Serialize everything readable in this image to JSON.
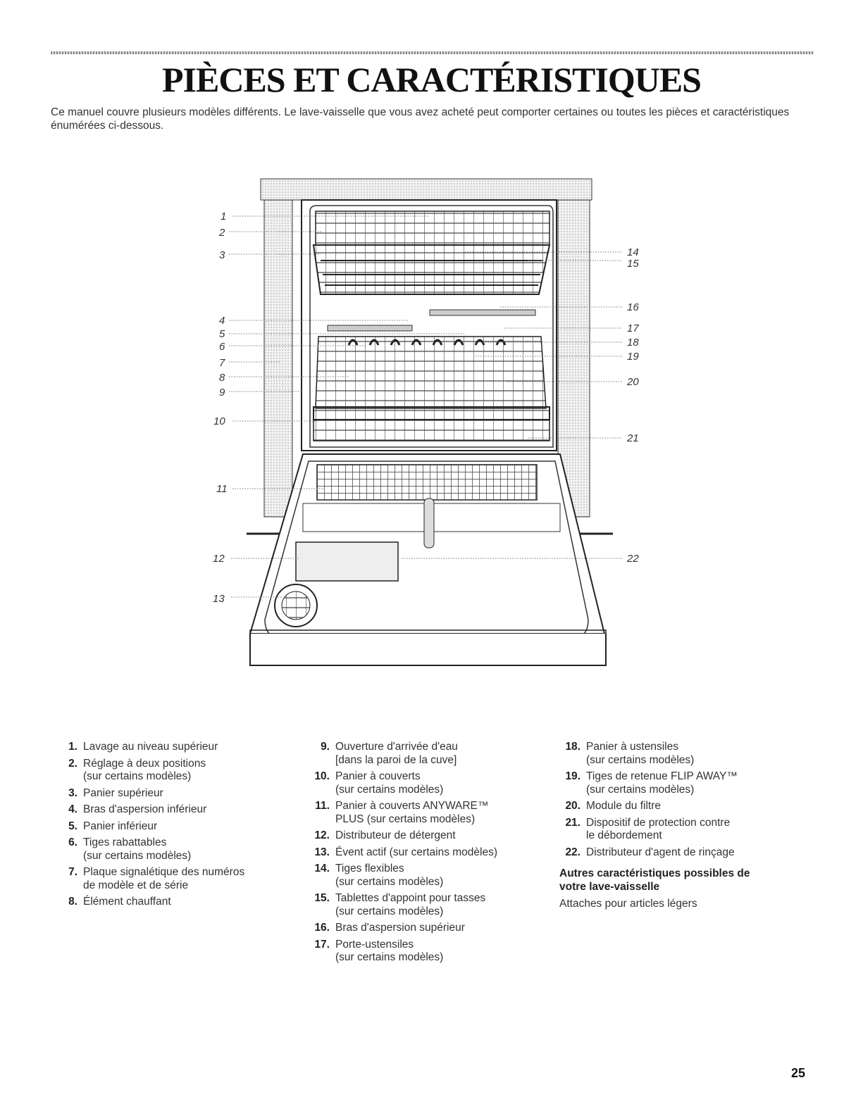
{
  "page": {
    "title": "PIÈCES ET CARACTÉRISTIQUES",
    "intro": "Ce manuel couvre plusieurs modèles différents. Le lave-vaisselle que vous avez acheté peut comporter certaines ou toutes les pièces et caractéristiques énumérées ci-dessous.",
    "page_number": "25"
  },
  "diagram": {
    "callouts": [
      "1",
      "2",
      "3",
      "4",
      "5",
      "6",
      "7",
      "8",
      "9",
      "10",
      "11",
      "12",
      "13",
      "14",
      "15",
      "16",
      "17",
      "18",
      "19",
      "20",
      "21",
      "22"
    ]
  },
  "parts": {
    "col1": [
      {
        "num": "1.",
        "text": "Lavage au niveau supérieur",
        "text2": ""
      },
      {
        "num": "2.",
        "text": "Réglage à deux positions",
        "text2": "(sur certains modèles)"
      },
      {
        "num": "3.",
        "text": "Panier supérieur",
        "text2": ""
      },
      {
        "num": "4.",
        "text": "Bras d'aspersion inférieur",
        "text2": ""
      },
      {
        "num": "5.",
        "text": "Panier inférieur",
        "text2": ""
      },
      {
        "num": "6.",
        "text": "Tiges rabattables",
        "text2": "(sur certains modèles)"
      },
      {
        "num": "7.",
        "text": "Plaque signalétique des numéros",
        "text2": "de modèle et de série"
      },
      {
        "num": "8.",
        "text": "Élément chauffant",
        "text2": ""
      }
    ],
    "col2": [
      {
        "num": "9.",
        "text": "Ouverture d'arrivée d'eau",
        "text2": "[dans la paroi de la cuve]"
      },
      {
        "num": "10.",
        "text": "Panier à couverts",
        "text2": "(sur certains modèles)"
      },
      {
        "num": "11.",
        "text": "Panier à couverts ANYWARE™",
        "text2": "PLUS (sur certains modèles)"
      },
      {
        "num": "12.",
        "text": "Distributeur de détergent",
        "text2": ""
      },
      {
        "num": "13.",
        "text": "Évent actif (sur certains modèles)",
        "text2": ""
      },
      {
        "num": "14.",
        "text": "Tiges flexibles",
        "text2": "(sur certains modèles)"
      },
      {
        "num": "15.",
        "text": "Tablettes d'appoint pour tasses",
        "text2": "(sur certains modèles)"
      },
      {
        "num": "16.",
        "text": "Bras d'aspersion supérieur",
        "text2": ""
      },
      {
        "num": "17.",
        "text": "Porte-ustensiles",
        "text2": "(sur certains modèles)"
      }
    ],
    "col3": [
      {
        "num": "18.",
        "text": "Panier à ustensiles",
        "text2": "(sur certains modèles)"
      },
      {
        "num": "19.",
        "text": "Tiges de retenue FLIP AWAY™",
        "text2": "(sur certains modèles)"
      },
      {
        "num": "20.",
        "text": "Module du filtre",
        "text2": ""
      },
      {
        "num": "21.",
        "text": "Dispositif de protection contre",
        "text2": "le débordement"
      },
      {
        "num": "22.",
        "text": "Distributeur d'agent de rinçage",
        "text2": ""
      }
    ],
    "other_heading": "Autres caractéristiques possibles de votre lave-vaisselle",
    "other_item": "Attaches pour articles légers"
  }
}
